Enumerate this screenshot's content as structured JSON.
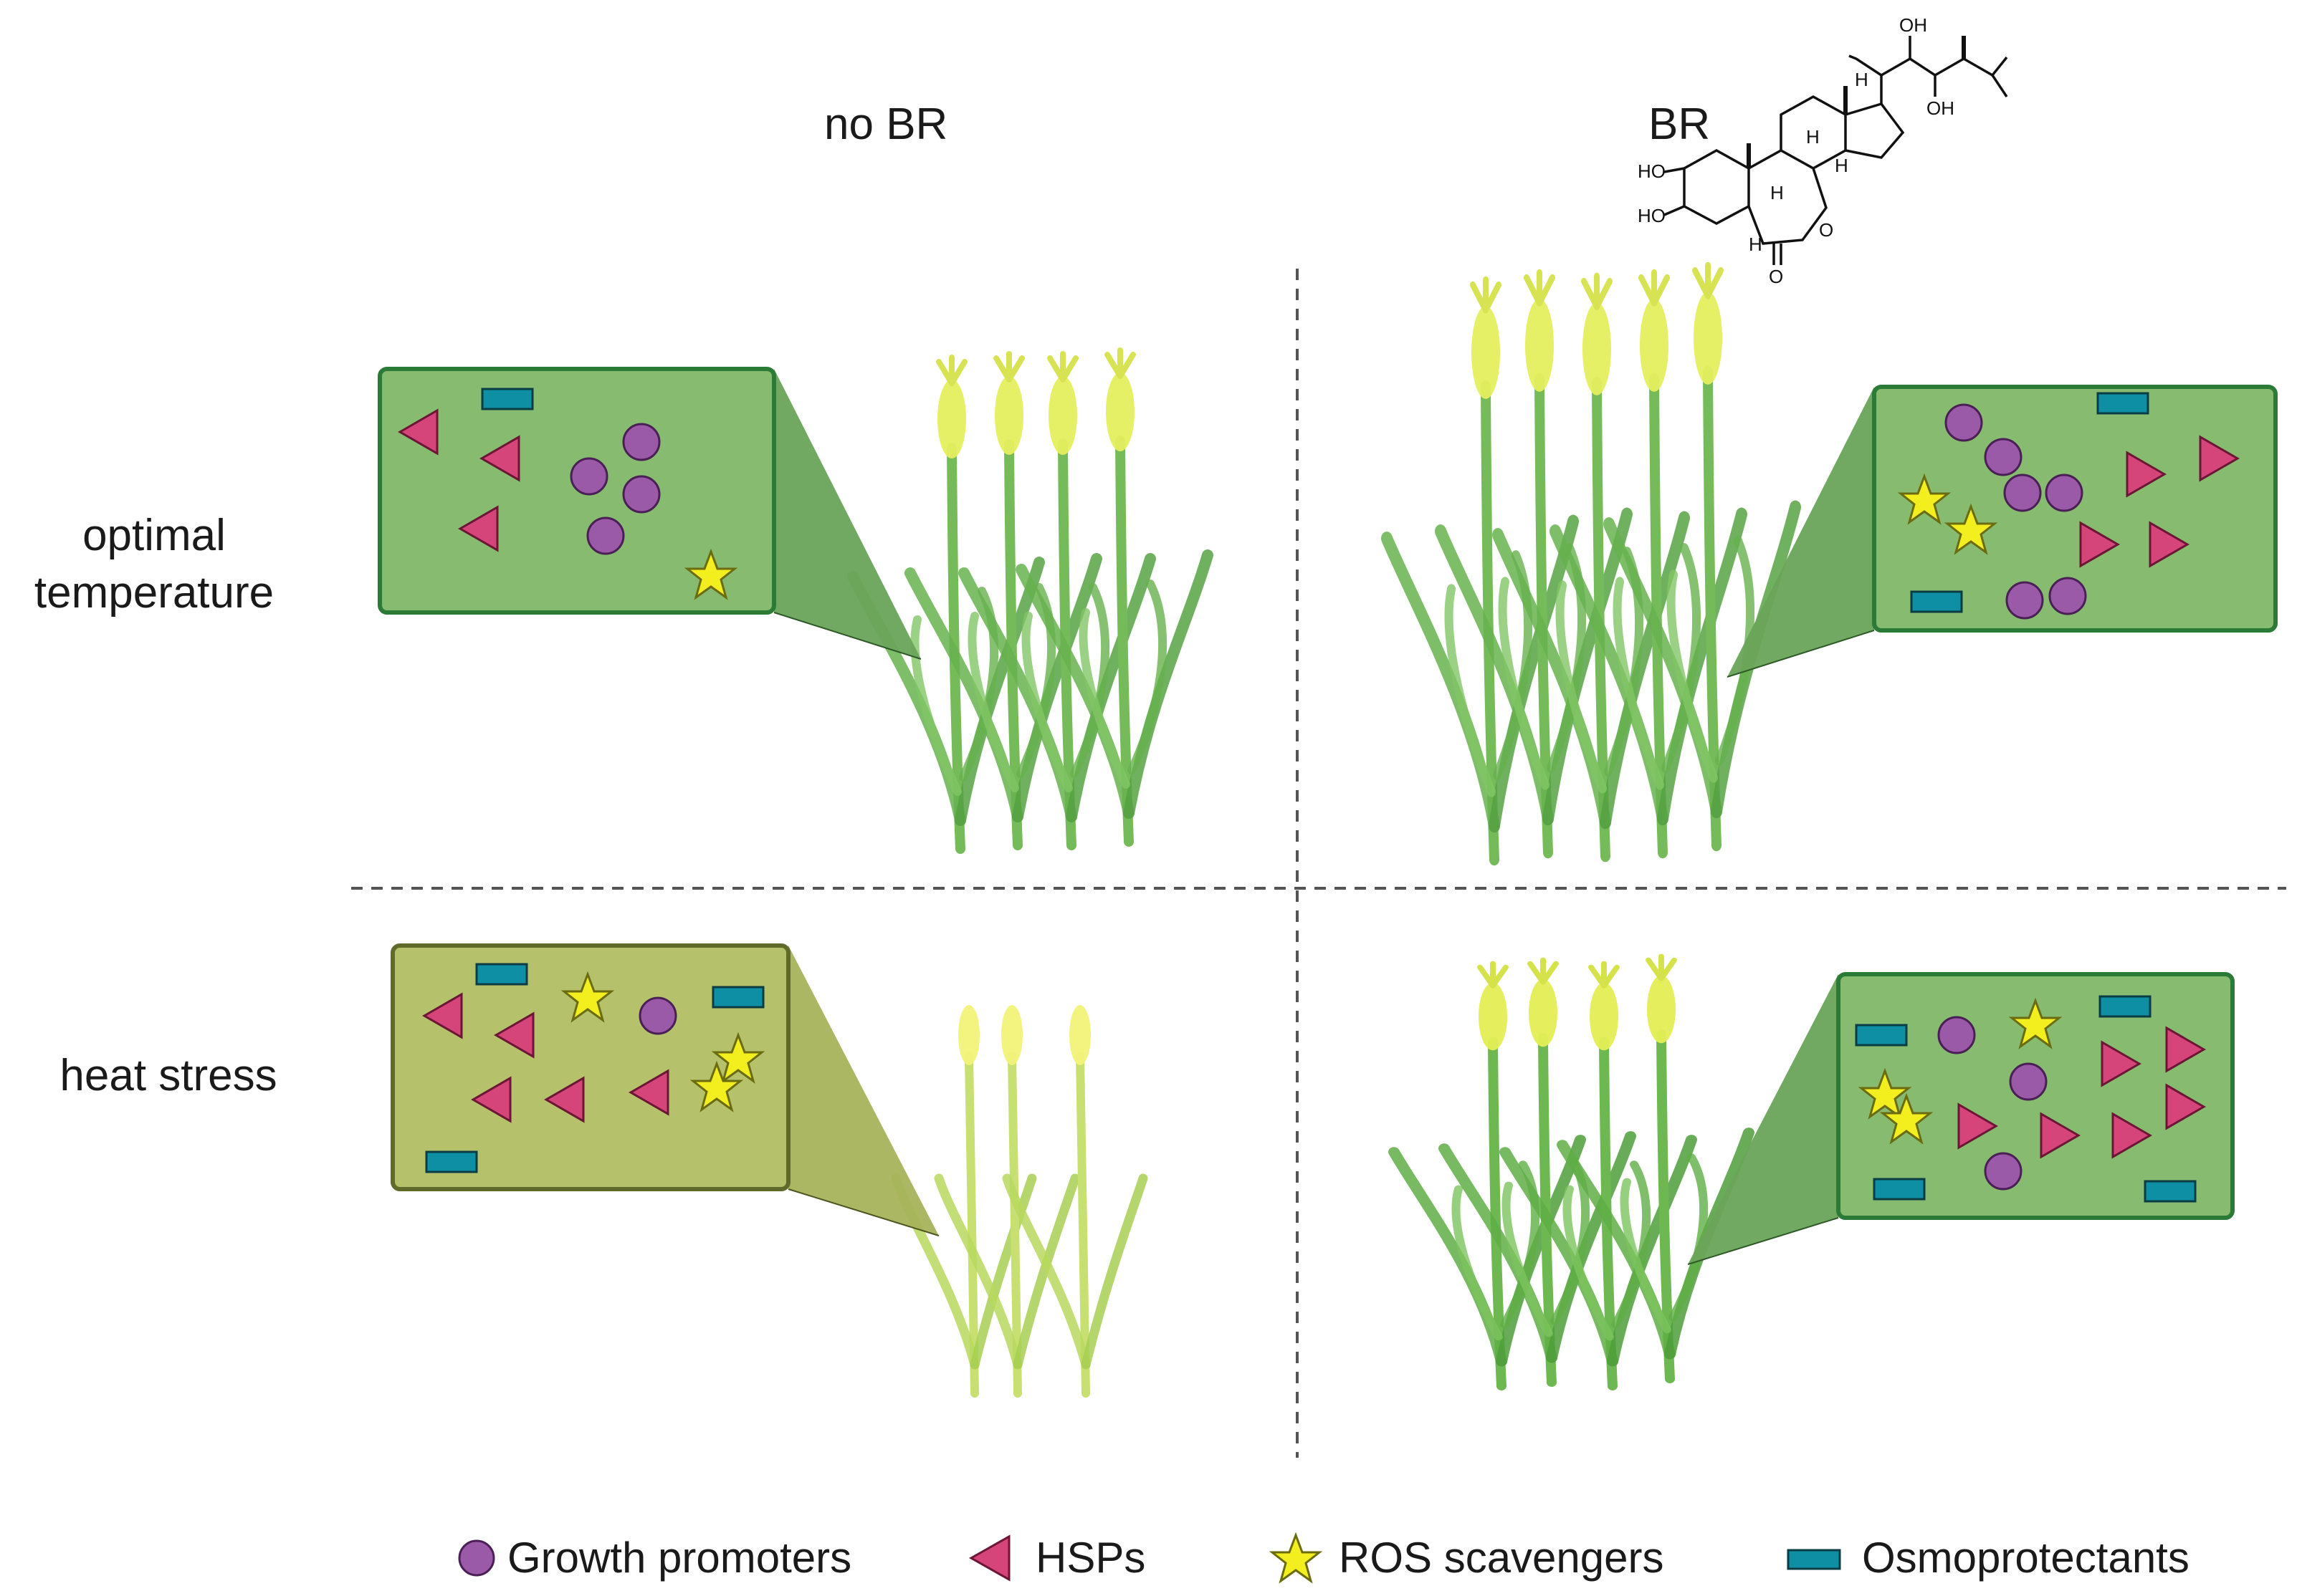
{
  "columns": {
    "left": "no BR",
    "right": "BR"
  },
  "rows": {
    "top_line1": "optimal",
    "top_line2": "temperature",
    "bottom": "heat stress"
  },
  "molecule": {
    "atoms": {
      "oh_top": "OH",
      "oh_side": "OH",
      "ho_1": "HO",
      "ho_2": "HO",
      "o_ring": "O",
      "o_keto": "O",
      "h1": "H",
      "h2": "H",
      "h3": "H",
      "h4": "H",
      "h5": "H"
    }
  },
  "legend": {
    "growth": "Growth promoters",
    "hsps": "HSPs",
    "ros": "ROS scavengers",
    "osmo": "Osmoprotectants"
  },
  "colors": {
    "purple": "#9b5aa8",
    "magenta": "#d6457a",
    "yellow": "#f3ee1e",
    "teal": "#0f8fa3",
    "box_green": "#87bb70",
    "box_olive": "#b5c26b",
    "plant_green": "#5fae45",
    "plant_yellow": "#e4ee55"
  },
  "icons": [
    "purple-circle-icon",
    "magenta-triangle-icon",
    "yellow-star-icon",
    "teal-rectangle-icon"
  ]
}
